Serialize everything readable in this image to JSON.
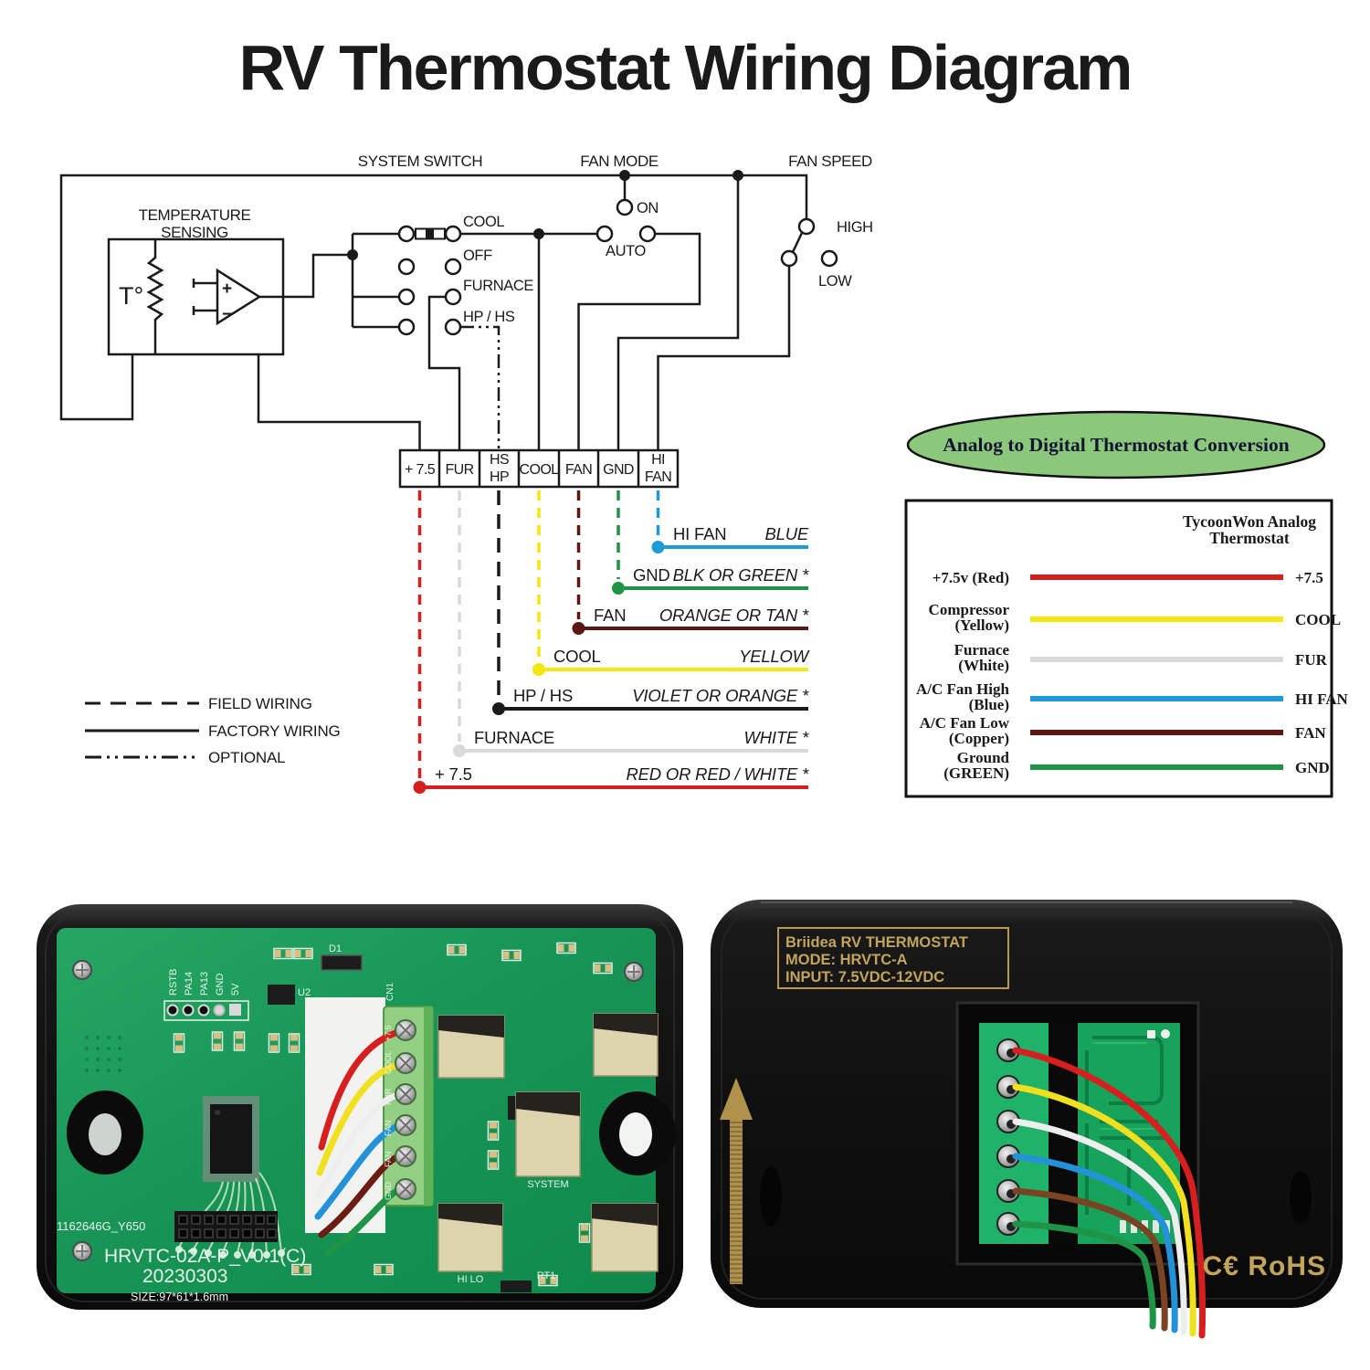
{
  "title": "RV Thermostat Wiring Diagram",
  "schematic": {
    "system_switch": "SYSTEM SWITCH",
    "fan_mode": "FAN MODE",
    "fan_speed": "FAN SPEED",
    "temperature": "TEMPERATURE",
    "sensing": "SENSING",
    "t_symbol": "T°",
    "opamp_plus": "+",
    "opamp_minus": "−",
    "cool": "COOL",
    "off": "OFF",
    "furnace": "FURNACE",
    "hp_hs": "HP / HS",
    "on": "ON",
    "auto": "AUTO",
    "high": "HIGH",
    "low": "LOW",
    "terminals": [
      {
        "label": "+ 7.5"
      },
      {
        "label": "FUR"
      },
      {
        "line1": "HS",
        "line2": "HP"
      },
      {
        "label": "COOL"
      },
      {
        "label": "FAN"
      },
      {
        "label": "GND"
      },
      {
        "line1": "HI",
        "line2": "FAN"
      }
    ],
    "wires": [
      {
        "name": "HI   FAN",
        "color_name": "BLUE",
        "color": "#1f9ad7"
      },
      {
        "name": "GND",
        "color_name": "BLK  OR GREEN *",
        "color": "#1f9447"
      },
      {
        "name": "FAN",
        "color_name": "ORANGE  OR  TAN *",
        "color": "#5c1713"
      },
      {
        "name": "COOL",
        "color_name": "YELLOW",
        "color": "#f2e713"
      },
      {
        "name": "HP / HS",
        "color_name": "VIOLET OR ORANGE *",
        "color": "#1a1a1a"
      },
      {
        "name": "FURNACE",
        "color_name": "WHITE *",
        "color": "#d9d9d9"
      },
      {
        "name": "+ 7.5",
        "color_name": "RED  OR  RED / WHITE *",
        "color": "#d5201f"
      }
    ],
    "legend": [
      {
        "label": "FIELD WIRING"
      },
      {
        "label": "FACTORY WIRING"
      },
      {
        "label": "OPTIONAL"
      }
    ]
  },
  "conversion": {
    "banner": "Analog to Digital Thermostat Conversion",
    "banner_color": "#8cc87c",
    "header1": "TycoonWon Analog",
    "header2": "Thermostat",
    "rows": [
      {
        "left1": "+7.5v (Red)",
        "left2": "",
        "right": "+7.5",
        "color": "#d5201f"
      },
      {
        "left1": "Compressor",
        "left2": "(Yellow)",
        "right": "COOL",
        "color": "#f2e713"
      },
      {
        "left1": "Furnace",
        "left2": "(White)",
        "right": "FUR",
        "color": "#d9d9d9"
      },
      {
        "left1": "A/C Fan High",
        "left2": "(Blue)",
        "right": "HI FAN",
        "color": "#1f9ad7"
      },
      {
        "left1": "A/C Fan Low",
        "left2": "(Copper)",
        "right": "FAN",
        "color": "#5c1713"
      },
      {
        "left1": "Ground",
        "left2": "(GREEN)",
        "right": "GND",
        "color": "#1f9447"
      }
    ]
  },
  "pcb_board": {
    "serial": "1162646G_Y650",
    "model": "HRVTC-02A-P_V0.1(C)",
    "date": "20230303",
    "size_label": "SIZE:97*61*1.6mm",
    "header_pins": [
      "RSTB",
      "PA14",
      "PA13",
      "GND",
      "5V"
    ],
    "connector": "CN1",
    "silk_terminals": [
      "+7.5",
      "COOL",
      "FUR",
      "FAN",
      "FAN",
      "GND"
    ],
    "relay_system": "SYSTEM",
    "relay_hilo": "HI LO",
    "rt1": "RT1",
    "u2": "U2",
    "d1": "D1"
  },
  "thermostat_back": {
    "label_line1": "Briidea RV THERMOSTAT",
    "label_line2": "MODE: HRVTC-A",
    "label_line3": "INPUT: 7.5VDC-12VDC",
    "cert": "C€ RoHS"
  },
  "wire_colors": {
    "red": "#d5201f",
    "yellow": "#f0e020",
    "white": "#eeeeee",
    "blue": "#2492d8",
    "maroon": "#6b1d14",
    "brown": "#7a4423",
    "green": "#1f9447"
  }
}
